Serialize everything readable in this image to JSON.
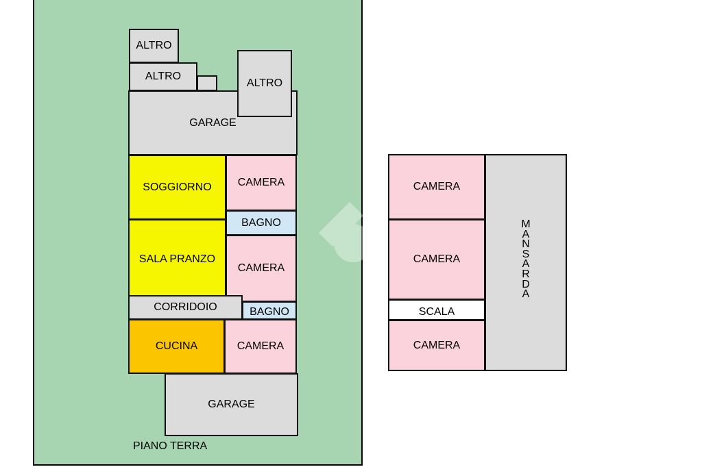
{
  "ground_floor": {
    "label": "PIANO TERRA",
    "rooms": {
      "altro_1": "ALTRO",
      "altro_2": "ALTRO",
      "altro_3": "ALTRO",
      "garage_top": "GARAGE",
      "soggiorno": "SOGGIORNO",
      "camera_1": "CAMERA",
      "bagno_1": "BAGNO",
      "sala_pranzo": "SALA PRANZO",
      "camera_2": "CAMERA",
      "corridoio": "CORRIDOIO",
      "bagno_2": "BAGNO",
      "cucina": "CUCINA",
      "camera_3": "CAMERA",
      "garage_bottom": "GARAGE"
    }
  },
  "upper_floor": {
    "rooms": {
      "camera_1": "CAMERA",
      "camera_2": "CAMERA",
      "scala": "SCALA",
      "camera_3": "CAMERA",
      "mansarda_letters": [
        "M",
        "A",
        "N",
        "S",
        "A",
        "R",
        "D",
        "A"
      ]
    }
  },
  "colors": {
    "lot": "#a8d5b1",
    "grey": "#dcdcdc",
    "pink": "#fbd3dc",
    "yellow": "#f6f600",
    "orange": "#fbc500",
    "blue": "#d2e7f5"
  }
}
